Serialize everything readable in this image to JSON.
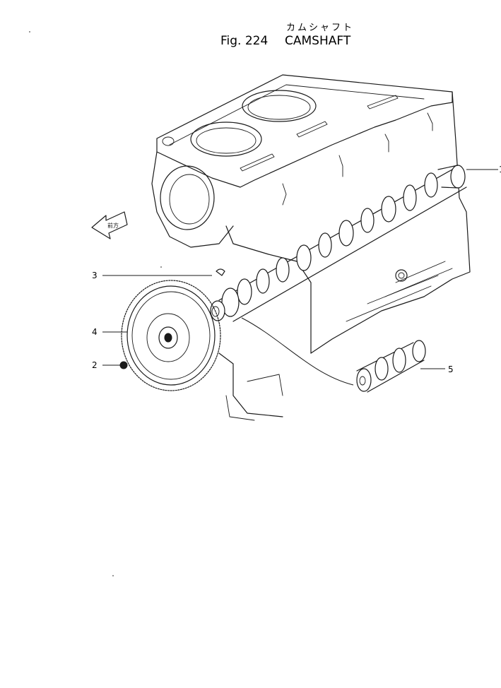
{
  "header": {
    "title_jp": "カムシャフト",
    "fig_label": "Fig. 224",
    "title_en": "CAMSHAFT"
  },
  "arrow_badge": {
    "icon": "front-direction-arrow-icon"
  },
  "callouts": [
    {
      "number": "1",
      "part": "camshaft"
    },
    {
      "number": "2",
      "part": "nut"
    },
    {
      "number": "3",
      "part": "key"
    },
    {
      "number": "4",
      "part": "camshaft-gear"
    },
    {
      "number": "5",
      "part": "camshaft-detail-view"
    }
  ],
  "colors": {
    "ink": "#1a1a1a",
    "paper": "#ffffff"
  }
}
